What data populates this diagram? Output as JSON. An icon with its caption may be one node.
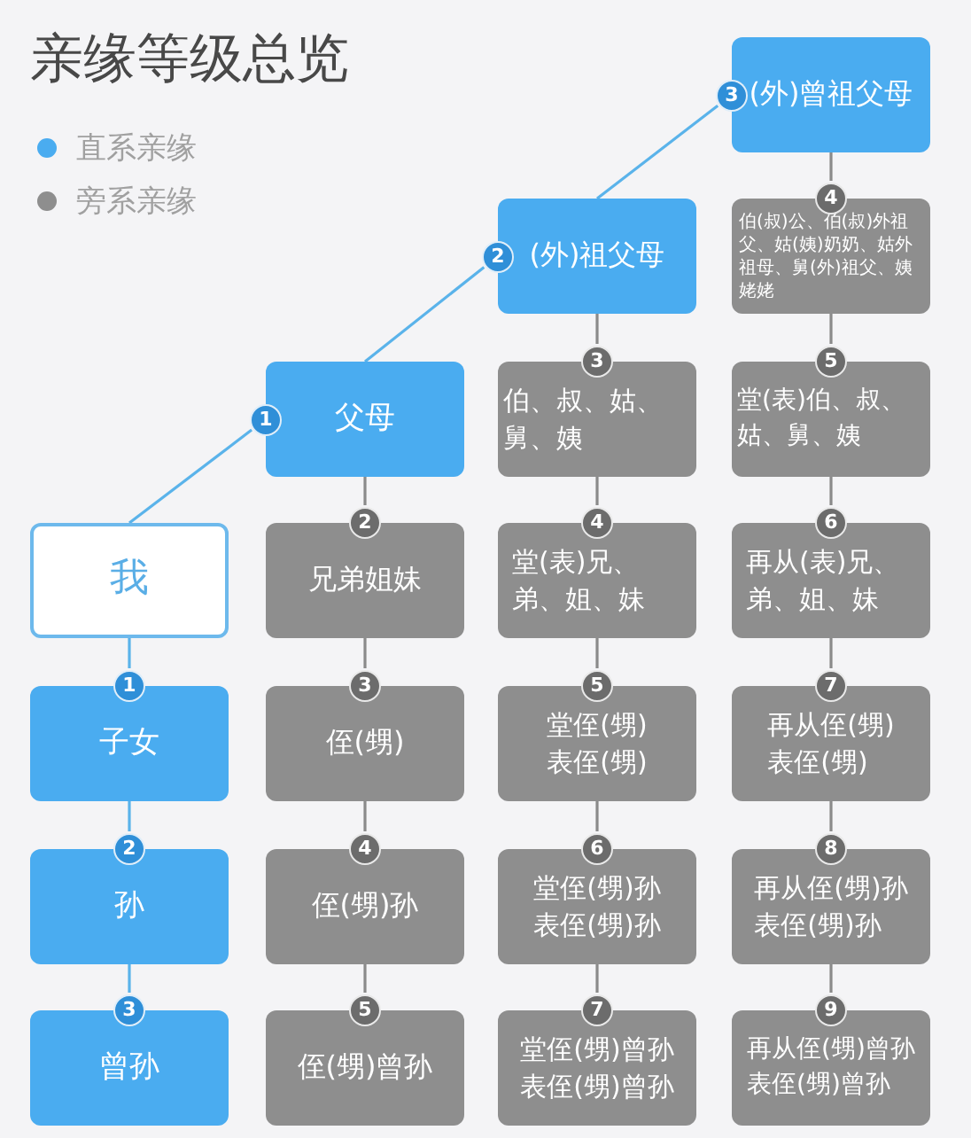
{
  "diagram": {
    "title": "亲缘等级总览",
    "nodes": [
      {
        "text": [
          "(外)曾祖父母"
        ],
        "beside": [
          "3"
        ]
      },
      {
        "text": [
          "(外)祖父母"
        ],
        "beside": [
          "2"
        ]
      },
      {
        "text": [
          "伯(叔)公、伯(叔)外祖父、姑(姨)奶奶、姑外祖母、舅(外)祖父、姨姥姥"
        ],
        "beside": [
          "4"
        ]
      },
      {
        "text": [
          "父母"
        ],
        "beside": [
          "1"
        ]
      },
      {
        "text": [
          "伯、叔、姑、舅、姨"
        ],
        "beside": [
          "3"
        ]
      },
      {
        "text": [
          "堂(表)伯、叔、姑、舅、姨"
        ],
        "beside": [
          "5"
        ]
      },
      {
        "text": [
          "我"
        ]
      },
      {
        "text": [
          "兄弟姐妹"
        ],
        "beside": [
          "2"
        ]
      },
      {
        "text": [
          "堂(表)兄、弟、姐、妹"
        ],
        "beside": [
          "4"
        ]
      },
      {
        "text": [
          "再从(表)兄、弟、姐、妹"
        ],
        "beside": [
          "6"
        ]
      },
      {
        "text": [
          "子女"
        ],
        "beside": [
          "1"
        ]
      },
      {
        "text": [
          "侄(甥)"
        ],
        "beside": [
          "3"
        ]
      },
      {
        "text": [
          "堂侄(甥)",
          "表侄(甥)"
        ],
        "beside": [
          "5"
        ]
      },
      {
        "text": [
          "再从侄(甥)",
          "表侄(甥)"
        ],
        "beside": [
          "7"
        ]
      },
      {
        "text": [
          "孙"
        ],
        "beside": [
          "2"
        ]
      },
      {
        "text": [
          "侄(甥)孙"
        ],
        "beside": [
          "4"
        ]
      },
      {
        "text": [
          "堂侄(甥)孙",
          "表侄(甥)孙"
        ],
        "beside": [
          "6"
        ]
      },
      {
        "text": [
          "再从侄(甥)孙",
          "表侄(甥)孙"
        ],
        "beside": [
          "8"
        ]
      },
      {
        "text": [
          "曾孙"
        ],
        "beside": [
          "3"
        ]
      },
      {
        "text": [
          "侄(甥)曾孙"
        ],
        "beside": [
          "5"
        ]
      },
      {
        "text": [
          "堂侄(甥)曾孙",
          "表侄(甥)曾孙"
        ],
        "beside": [
          "7"
        ]
      },
      {
        "text": [
          "再从侄(甥)曾孙",
          "表侄(甥)曾孙"
        ],
        "beside": [
          "9"
        ]
      }
    ],
    "edges": [
      {
        "from": 6,
        "to": 3,
        "arrow": "none",
        "color": "#5ab3ea"
      },
      {
        "from": 3,
        "to": 1,
        "arrow": "none",
        "color": "#5ab3ea"
      },
      {
        "from": 1,
        "to": 0,
        "arrow": "none",
        "color": "#5ab3ea"
      },
      {
        "from": 6,
        "to": 10,
        "arrow": "none",
        "color": "#5ab3ea"
      },
      {
        "from": 10,
        "to": 14,
        "arrow": "none",
        "color": "#5ab3ea"
      },
      {
        "from": 14,
        "to": 18,
        "arrow": "none",
        "color": "#5ab3ea"
      },
      {
        "from": 3,
        "to": 7,
        "arrow": "none"
      },
      {
        "from": 7,
        "to": 11,
        "arrow": "none"
      },
      {
        "from": 11,
        "to": 15,
        "arrow": "none"
      },
      {
        "from": 15,
        "to": 19,
        "arrow": "none"
      },
      {
        "from": 1,
        "to": 4,
        "arrow": "none"
      },
      {
        "from": 4,
        "to": 8,
        "arrow": "none"
      },
      {
        "from": 8,
        "to": 12,
        "arrow": "none"
      },
      {
        "from": 12,
        "to": 16,
        "arrow": "none"
      },
      {
        "from": 16,
        "to": 20,
        "arrow": "none"
      },
      {
        "from": 0,
        "to": 2,
        "arrow": "none"
      },
      {
        "from": 2,
        "to": 5,
        "arrow": "none"
      },
      {
        "from": 5,
        "to": 9,
        "arrow": "none"
      },
      {
        "from": 9,
        "to": 13,
        "arrow": "none"
      },
      {
        "from": 13,
        "to": 17,
        "arrow": "none"
      },
      {
        "from": 17,
        "to": 21,
        "arrow": "none"
      }
    ],
    "legend": [
      {
        "text": "直系亲缘",
        "color": "#4aacf0"
      },
      {
        "text": "旁系亲缘",
        "color": "#8e8e8e"
      }
    ]
  }
}
